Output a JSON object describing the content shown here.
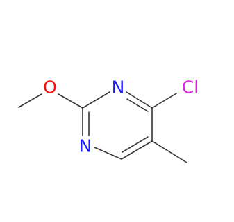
{
  "molecule": {
    "atoms": {
      "oxygen": {
        "symbol": "O",
        "color": "#ff0d0d"
      },
      "nitrogen_top": {
        "symbol": "N",
        "color": "#1a1aff"
      },
      "nitrogen_bottom": {
        "symbol": "N",
        "color": "#1a1aff"
      },
      "chlorine": {
        "symbol": "Cl",
        "color": "#e020e0"
      }
    },
    "bond_color": "#333333"
  }
}
